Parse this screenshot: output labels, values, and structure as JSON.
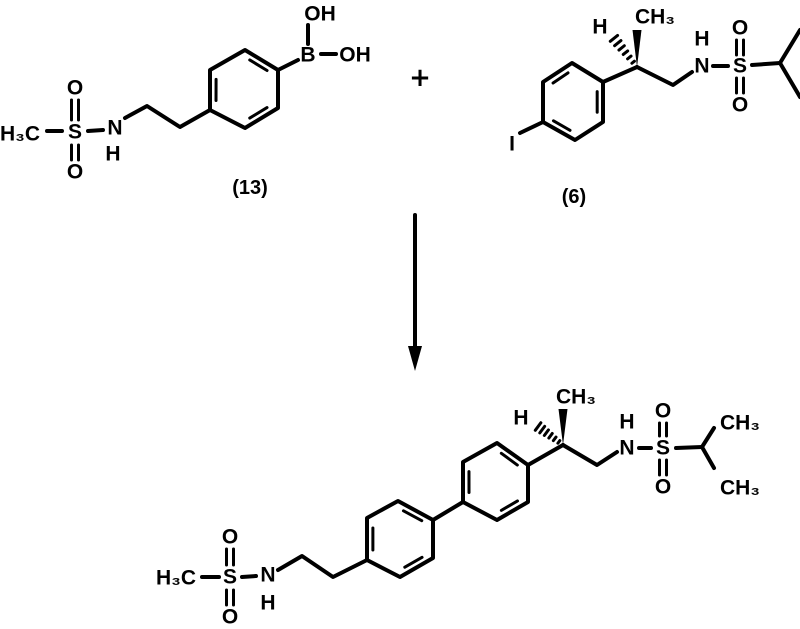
{
  "scheme": {
    "reactant_1": {
      "label": "(13)",
      "atoms": {
        "h3c": "H₃C",
        "s": "S",
        "o_top": "O",
        "o_bottom": "O",
        "n": "N",
        "nh": "H",
        "b": "B",
        "oh_top": "OH",
        "oh_right": "OH"
      }
    },
    "plus": "+",
    "reactant_2": {
      "label": "(6)",
      "atoms": {
        "i": "I",
        "h": "H",
        "ch3": "CH₃",
        "n": "N",
        "nh": "H",
        "s": "S",
        "o_top": "O",
        "o_bottom": "O"
      }
    },
    "arrow": "reaction-arrow",
    "product": {
      "atoms": {
        "h3c": "H₃C",
        "s1": "S",
        "o1_top": "O",
        "o1_bottom": "O",
        "n1": "N",
        "n1h": "H",
        "h": "H",
        "ch3": "CH₃",
        "n2": "N",
        "n2h": "H",
        "s2": "S",
        "o2_top": "O",
        "o2_bottom": "O",
        "ch3_upper": "CH₃",
        "ch3_lower": "CH₃"
      }
    }
  }
}
